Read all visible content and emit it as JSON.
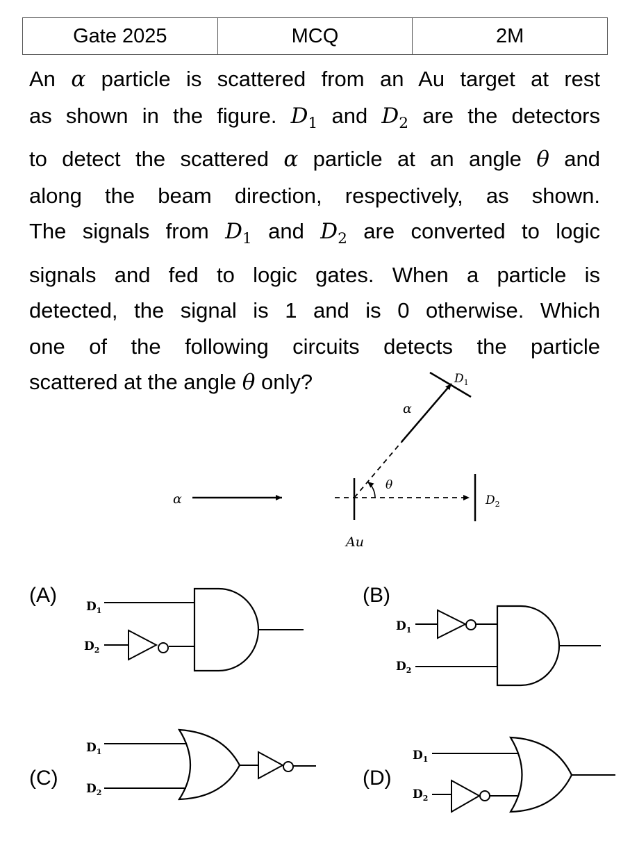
{
  "header": {
    "exam": "Gate 2025",
    "type": "MCQ",
    "marks": "2M"
  },
  "question": {
    "lines": [
      [
        "An ",
        "α",
        " particle is scattered from an Au target at rest"
      ],
      [
        "as shown in the figure. ",
        "D1",
        " and ",
        "D2",
        " are the detectors"
      ],
      [
        "to detect the scattered ",
        "α",
        " particle at an angle ",
        "θ",
        " and"
      ],
      [
        "along the beam direction, respectively, as shown."
      ],
      [
        "The signals from ",
        "D1",
        " and ",
        "D2",
        " are converted to logic"
      ],
      [
        "signals and fed to logic gates. When a particle is"
      ],
      [
        "detected, the signal is 1 and is 0 otherwise. Which"
      ],
      [
        "one of the following circuits detects the particle"
      ],
      [
        "scattered at the angle ",
        "θ",
        " only?"
      ]
    ]
  },
  "figure": {
    "incident_label": "α",
    "scattered_label": "α",
    "angle_label": "θ",
    "target_label": "Au",
    "detector1_label": "D",
    "detector1_sub": "1",
    "detector2_label": "D",
    "detector2_sub": "2"
  },
  "options": [
    {
      "label": "(A)",
      "in1": "D",
      "in1_sub": "1",
      "in2": "D",
      "in2_sub": "2"
    },
    {
      "label": "(B)",
      "in1": "D",
      "in1_sub": "1",
      "in2": "D",
      "in2_sub": "2"
    },
    {
      "label": "(C)",
      "in1": "D",
      "in1_sub": "1",
      "in2": "D",
      "in2_sub": "2"
    },
    {
      "label": "(D)",
      "in1": "D",
      "in1_sub": "1",
      "in2": "D",
      "in2_sub": "2"
    }
  ]
}
